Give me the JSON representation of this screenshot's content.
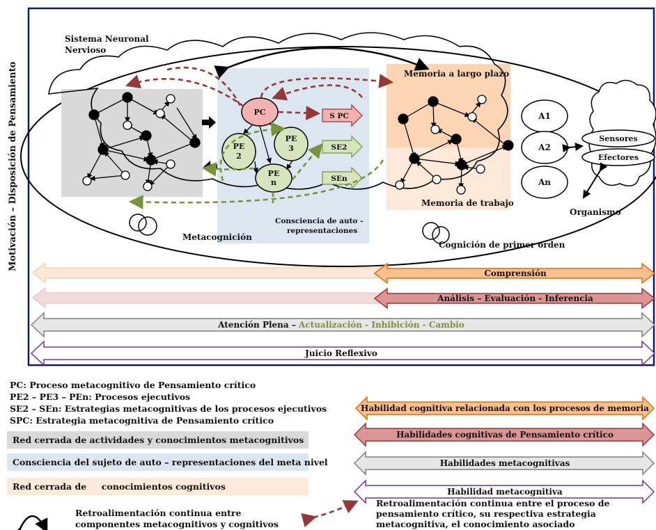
{
  "colors": {
    "frame": "#0a1a6b",
    "gray_region": "#d9d9d9",
    "blue_region": "#dce6f1",
    "orange_region": "#fcd5b4",
    "orange_arrow": "#f6c08f",
    "orange_stroke": "#e36c09",
    "red_arrow": "#d99694",
    "red_stroke": "#953735",
    "gray_arrow": "#d9d9d9",
    "gray_stroke": "#7f7f7f",
    "purple_arrow": "#e5e0ec",
    "purple_stroke": "#7030a0",
    "pc_node": "#f2b2b0",
    "pe_node": "#d7e4bd",
    "green_dash": "#77933c",
    "red_dash": "#953735"
  },
  "diagram": {
    "side_label": "Motivación – Disposición de Pensamiento",
    "neural_system": "Sistema Neuronal Nervioso",
    "metacognition": "Metacognición",
    "self_representation": "Consciencia de auto - representaciones",
    "long_term_memory": "Memoria a largo plazo",
    "working_memory": "Memoria de trabajo",
    "first_order": "Cognición de primer orden",
    "organism": "Organismo",
    "sensors": "Sensores",
    "effectors": "Efectores",
    "a_nodes": [
      "A1",
      "A2",
      "An"
    ],
    "pc": "PC",
    "pe_nodes": [
      "PE 2",
      "PE 3",
      "PE n"
    ],
    "strategies": [
      "S PC",
      "SE2",
      "SEn"
    ],
    "bands": {
      "comprension": "Comprensión",
      "analisis": "Análisis – Evaluación - Inferencia",
      "atencion_prefix": "Atención Plena – ",
      "atencion_green": "Actualización -  Inhibición - Cambio",
      "juicio": "Juicio Reflexivo"
    }
  },
  "legend": {
    "definitions": [
      "PC: Proceso metacognitivo de Pensamiento crítico",
      "PE2 – PE3 – PEn:  Procesos ejecutivos",
      "SE2 – SEn: Estrategias  metacognitivas de los procesos ejecutivos",
      "SPC: Estrategia metacognitiva de Pensamiento crítico"
    ],
    "boxes": {
      "gray": "Red cerrada de actividades y conocimientos metacognitivos",
      "blue": "Consciencia del sujeto de  auto – representaciones del meta nivel",
      "orange_a": "Red cerrada de",
      "orange_b": "conocimientos  cognitivos"
    },
    "arrows": {
      "orange": "Habilidad cognitiva relacionada con los procesos de memoria",
      "red": "Habilidades cognitivas de Pensamiento  crítico",
      "gray": "Habilidades metacognitivas",
      "purple": "Habilidad metacognitiva"
    },
    "feedback_black": "Retroalimentación continua entre componentes metacognitivos y cognitivos",
    "feedback_red": "Retroalimentación continua entre el proceso de pensamiento crítico, su respectiva estrategia metacognitiva, el conocimiento asociado"
  }
}
